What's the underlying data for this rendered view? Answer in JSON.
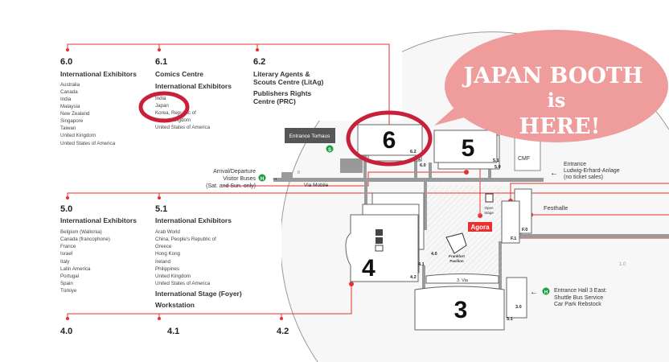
{
  "sections": {
    "s60": {
      "code": "6.0",
      "headings": [
        "International Exhibitors"
      ],
      "items": [
        "Australia",
        "Canada",
        "India",
        "Malaysia",
        "New Zealand",
        "Singapore",
        "Taiwan",
        "United Kingdom",
        "United States of America"
      ]
    },
    "s61": {
      "code": "6.1",
      "headings": [
        "Comics Centre",
        "International Exhibitors"
      ],
      "items": [
        "India",
        "Japan",
        "Korea, Republic of",
        "United Kingdom",
        "United States of America"
      ]
    },
    "s62": {
      "code": "6.2",
      "headings": [
        "Literary Agents &",
        "Scouts Centre (LitAg)",
        "Publishers Rights",
        "Centre (PRC)"
      ]
    },
    "s50": {
      "code": "5.0",
      "headings": [
        "International Exhibitors"
      ],
      "items": [
        "Belgium (Wallonia)",
        "Canada (francophone)",
        "France",
        "Israel",
        "Italy",
        "Latin America",
        "Portugal",
        "Spain",
        "Türkiye"
      ]
    },
    "s51": {
      "code": "5.1",
      "headings": [
        "International Exhibitors",
        "International Stage (Foyer)",
        "Workstation"
      ],
      "items": [
        "Arab World",
        "China, People's Republic of",
        "Greece",
        "Hong Kong",
        "Ireland",
        "Philippines",
        "United Kingdom",
        "United States of America"
      ]
    },
    "s40": {
      "code": "4.0"
    },
    "s41": {
      "code": "4.1"
    },
    "s42": {
      "code": "4.2"
    }
  },
  "map": {
    "entrance_torhaus": "Entrance Torhaus",
    "s_icon": "S",
    "h_icon": "H",
    "bus": [
      "Arrival/Departure",
      "Visitor Buses",
      "(Sat. and Sun. only)"
    ],
    "via_mobile": "Via Mobile",
    "small8": "8",
    "halls": {
      "h6": "6",
      "h5": "5",
      "h4": "4",
      "h3": "3"
    },
    "levels": {
      "l62": "6.2",
      "l61": "6.1",
      "l60": "6.0",
      "l51": "5.1",
      "l50": "5.0",
      "l40": "4.0",
      "l41": "4.1",
      "l42": "4.2",
      "l30": "3.0",
      "l31": "3.1",
      "f0": "F.0",
      "f1": "F.1",
      "l10": "1.0"
    },
    "cmf": "CMF",
    "agora": "Agora",
    "open_stage": [
      "Open",
      "Stage"
    ],
    "pavilion": [
      "Frankfurt",
      "Pavilion"
    ],
    "via3": "3. Via",
    "festhalle": "Festhalle",
    "entrance_ludwig": [
      "Entrance",
      "Ludwig-Erhard-Anlage",
      "(no ticket sales)"
    ],
    "entrance_hall3": [
      "Entrance Hall 3 East:",
      "Shuttle Bus Service",
      "Car Park Rebstock"
    ]
  },
  "callout": {
    "line1": "JAPAN BOOTH",
    "line2": "is",
    "line3": "HERE!"
  },
  "colors": {
    "accent": "#e8312f",
    "bubble": "#ee9c9c",
    "highlight": "#c8203a",
    "path": "#9a9a9a"
  }
}
